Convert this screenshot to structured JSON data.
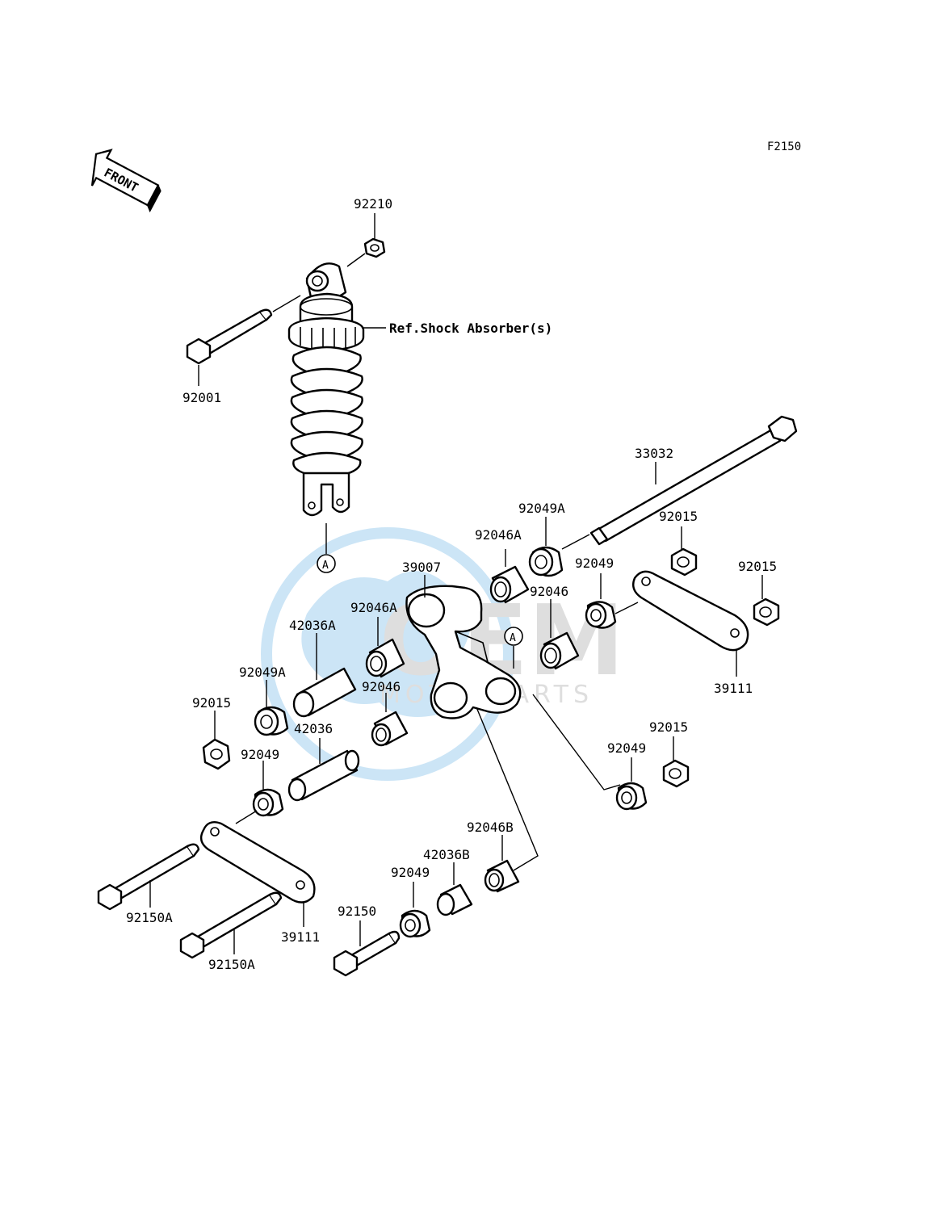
{
  "diagram": {
    "code": "F2150",
    "front_label": "FRONT",
    "ref_label": "Ref.Shock Absorber(s)",
    "ref_marker": "A",
    "watermark": {
      "word": "OEM",
      "sub": "MOTORPARTS",
      "color": "#4aa3df"
    },
    "labels": {
      "l92210": "92210",
      "l92001": "92001",
      "l33032": "33032",
      "l92049A_top": "92049A",
      "l92015_a": "92015",
      "l92046A_top": "92046A",
      "l39007": "39007",
      "l92049_top": "92049",
      "l92015_b": "92015",
      "l92046A_left": "92046A",
      "l92046_right": "92046",
      "l42036A": "42036A",
      "l92049A_left": "92049A",
      "l92046_left": "92046",
      "l39111_right": "39111",
      "l92015_c": "92015",
      "l42036": "42036",
      "l92049_left": "92049",
      "l92015_d": "92015",
      "l92049_right": "92049",
      "l92046B": "92046B",
      "l42036B": "42036B",
      "l92049_bottom": "92049",
      "l92150A_left": "92150A",
      "l92150": "92150",
      "l39111_bottom": "39111",
      "l92150A_bottom": "92150A"
    }
  }
}
